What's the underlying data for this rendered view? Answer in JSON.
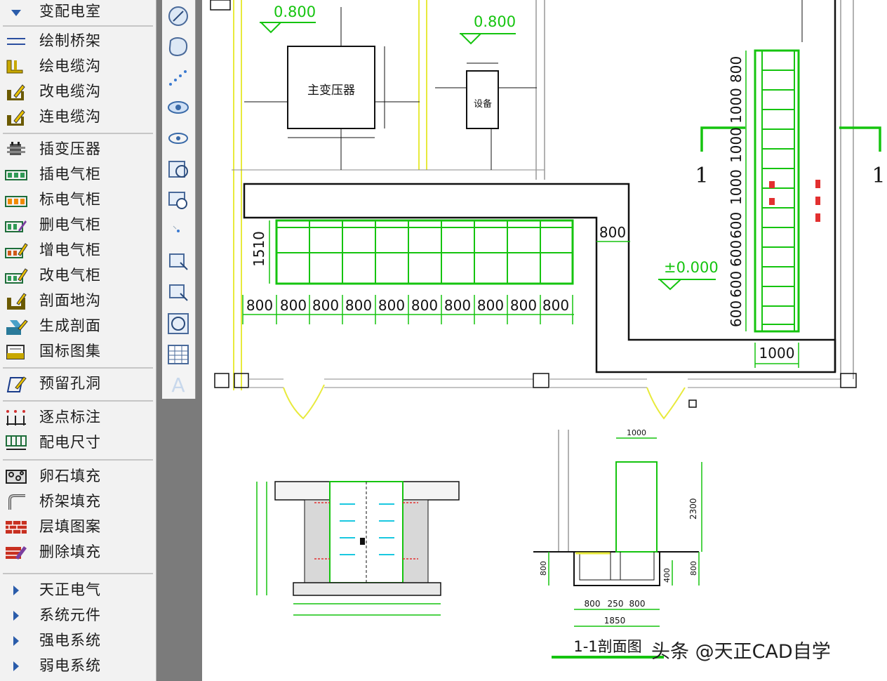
{
  "sidebar": {
    "header": "变配电室",
    "groups": [
      [
        "绘制桥架",
        "绘电缆沟",
        "改电缆沟",
        "连电缆沟"
      ],
      [
        "插变压器",
        "插电气柜",
        "标电气柜",
        "删电气柜",
        "增电气柜",
        "改电气柜",
        "剖面地沟",
        "生成剖面",
        "国标图集"
      ],
      [
        "预留孔洞"
      ],
      [
        "逐点标注",
        "配电尺寸"
      ],
      [
        "卵石填充",
        "桥架填充",
        "层填图案",
        "删除填充"
      ]
    ],
    "categories": [
      "天正电气",
      "系统元件",
      "强电系统",
      "弱电系统"
    ]
  },
  "toolbar": {
    "icons": [
      "measure-icon",
      "region-icon",
      "dotted-line-icon",
      "view-rotate-icon",
      "view-orbit-icon",
      "refresh-view-icon",
      "zoom-window-icon",
      "point-icon",
      "select-add-icon",
      "select-region-icon",
      "circle-view-icon",
      "table-icon",
      "text-icon"
    ],
    "text_letter": "A"
  },
  "drawing": {
    "elevation_top_left": "0.800",
    "elevation_top_mid": "0.800",
    "elevation_floor": "±0.000",
    "transformer_label": "主变压器",
    "small_box_label": "设备",
    "cabinet_width_labels": [
      "800",
      "800",
      "800",
      "800",
      "800",
      "800",
      "800",
      "800",
      "800",
      "800"
    ],
    "cabinet_depth": "1510",
    "corridor_width": "800",
    "right_dims": [
      "800",
      "1000",
      "1000",
      "1000",
      "600",
      "600",
      "600",
      "600"
    ],
    "right_bottom_dim": "1000",
    "section_marker_left": "1",
    "section_marker_right": "1",
    "section_title": "1-1剖面图",
    "section_right_dims": [
      "800",
      "250",
      "800"
    ],
    "section_right_total": "1850",
    "section_right_top": "1000",
    "section_right_height": "2300",
    "section_right_side_left": "800",
    "section_right_side_mid": "400",
    "section_right_side_right": "800"
  },
  "watermark": "头条 @天正CAD自学",
  "colors": {
    "cad_green": "#15c40f",
    "cad_yellow": "#e8ea3c",
    "cad_black": "#111111",
    "cad_red": "#e23030",
    "cad_cyan": "#1ac8e0",
    "sidebar_bg": "#f2f2f2",
    "gutter_bg": "#7b7b7b"
  }
}
